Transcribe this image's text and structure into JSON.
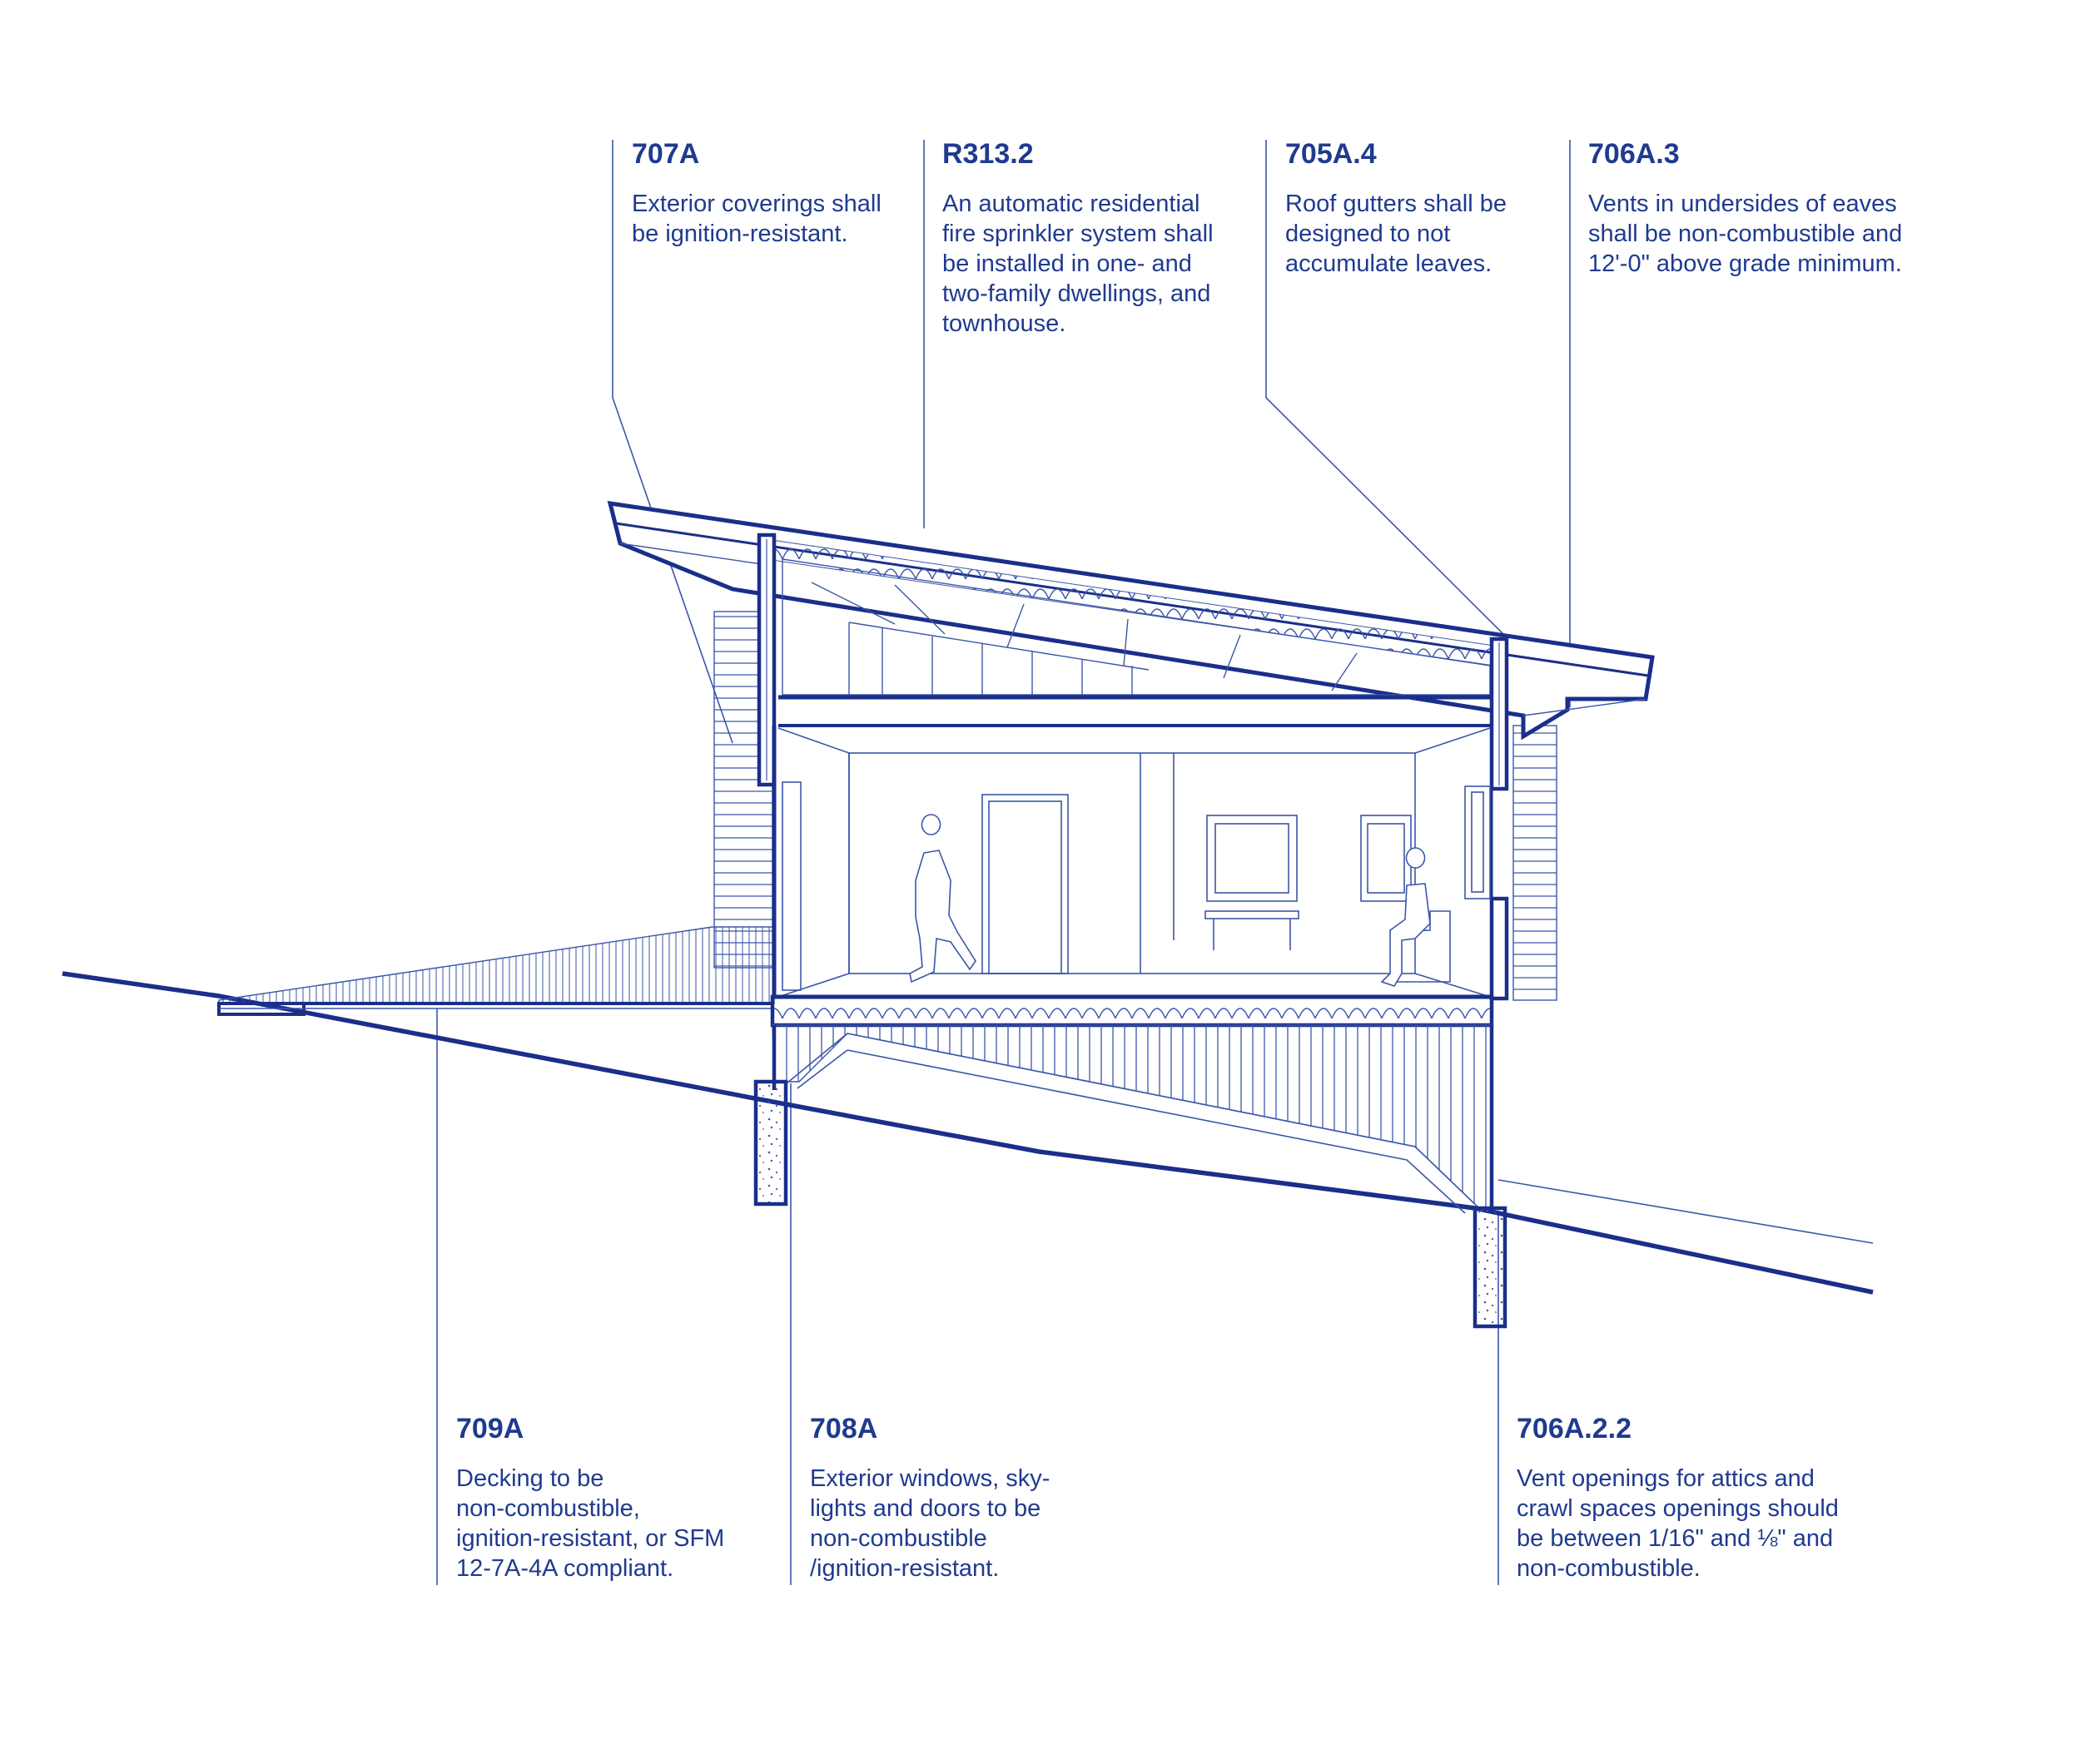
{
  "colors": {
    "ink": "#1f3a8f",
    "line": "#1a2f8a",
    "thin": "#3b56a8",
    "background": "#ffffff"
  },
  "callouts": {
    "c707a": {
      "code": "707A",
      "text": "Exterior coverings shall\nbe ignition-resistant."
    },
    "r3132": {
      "code": "R313.2",
      "text": "An automatic residential\nfire sprinkler system shall\nbe installed in one- and\ntwo-family dwellings, and\ntownhouse."
    },
    "c705a4": {
      "code": "705A.4",
      "text": "Roof gutters shall be\ndesigned to not\naccumulate leaves."
    },
    "c706a3": {
      "code": "706A.3",
      "text": "Vents in undersides of eaves\nshall be non-combustible and\n12'-0\" above grade minimum."
    },
    "c709a": {
      "code": "709A",
      "text": "Decking to be\nnon-combustible,\nignition-resistant, or SFM\n12-7A-4A compliant."
    },
    "c708a": {
      "code": "708A",
      "text": "Exterior windows, sky-\nlights and doors to be\nnon-combustible\n/ignition-resistant."
    },
    "c706a22": {
      "code": "706A.2.2",
      "text": "Vent openings for attics and\ncrawl spaces openings should\nbe between 1/16\" and ⅛\" and\nnon-combustible."
    }
  }
}
